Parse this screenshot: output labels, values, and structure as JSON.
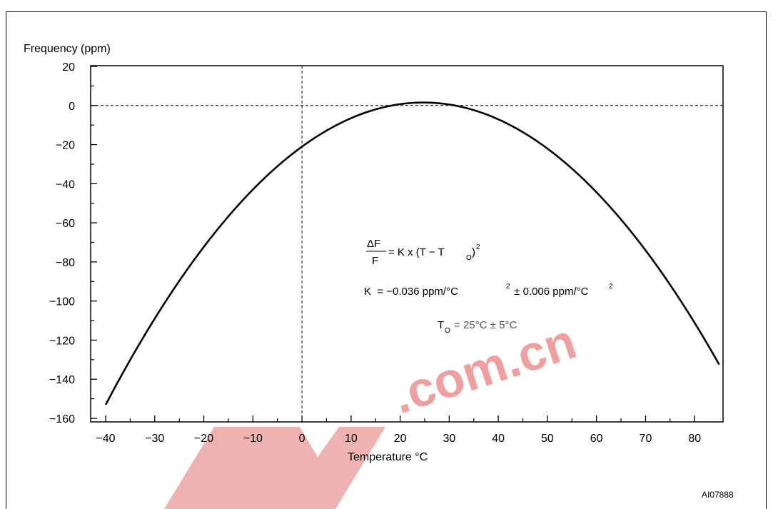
{
  "header": {
    "caption": ""
  },
  "figure_id": "AI07888",
  "chart_data": {
    "type": "line",
    "ylabel": "Frequency (ppm)",
    "xlabel": "Temperature °C",
    "xlim": [
      -40,
      85
    ],
    "ylim": [
      -160,
      20
    ],
    "xticks": [
      -40,
      -30,
      -20,
      -10,
      0,
      10,
      20,
      30,
      40,
      50,
      60,
      70,
      80
    ],
    "yticks": [
      20,
      0,
      -20,
      -40,
      -60,
      -80,
      -100,
      -120,
      -140,
      -160
    ],
    "xtick_labels": [
      "−40",
      "−30",
      "−20",
      "−10",
      "0",
      "10",
      "20",
      "30",
      "40",
      "50",
      "60",
      "70",
      "80"
    ],
    "ytick_labels": [
      "20",
      "0",
      "−20",
      "−40",
      "−60",
      "−80",
      "−100",
      "−120",
      "−140",
      "−160"
    ],
    "reference_lines": {
      "x": 0,
      "y": 0
    },
    "series": [
      {
        "curve": "parabola",
        "x": [
          -40,
          -30,
          -20,
          -10,
          0,
          10,
          20,
          25,
          30,
          40,
          50,
          60,
          70,
          80,
          85
        ],
        "y": [
          -152,
          -109.4,
          -72.6,
          -43,
          -21.5,
          -7,
          0.3,
          1,
          0.3,
          -7,
          -21.5,
          -43,
          -72.6,
          -109.4,
          -136
        ]
      }
    ],
    "annotations": {
      "formula": {
        "frac_num": "ΔF",
        "frac_den": "F",
        "rhs": "= K x (T − T",
        "rhs_sub": "O",
        "rhs_close": ")",
        "rhs_sup": "2"
      },
      "k_line": {
        "text1": "K  = −0.036 ppm/°C",
        "sup1": "2",
        "text2": " ± 0.006 ppm/°C",
        "sup2": "2"
      },
      "t0_line": {
        "text1": "T",
        "sub": "O",
        "text2": " = 25°C ± 5°C"
      }
    },
    "watermark": ".com.cn"
  }
}
